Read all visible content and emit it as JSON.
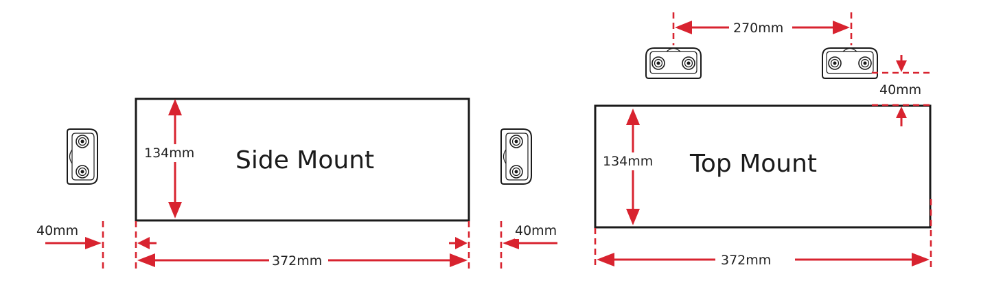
{
  "side_mount": {
    "title": "Side Mount",
    "height_label": "134mm",
    "width_label": "372mm",
    "left_offset_label": "40mm",
    "right_offset_label": "40mm"
  },
  "top_mount": {
    "title": "Top Mount",
    "height_label": "134mm",
    "width_label": "372mm",
    "sensor_spacing_label": "270mm",
    "top_offset_label": "40mm"
  },
  "colors": {
    "dimension": "#d8232f",
    "outline": "#1a1a1a"
  },
  "icons": [
    "sensor-icon"
  ]
}
